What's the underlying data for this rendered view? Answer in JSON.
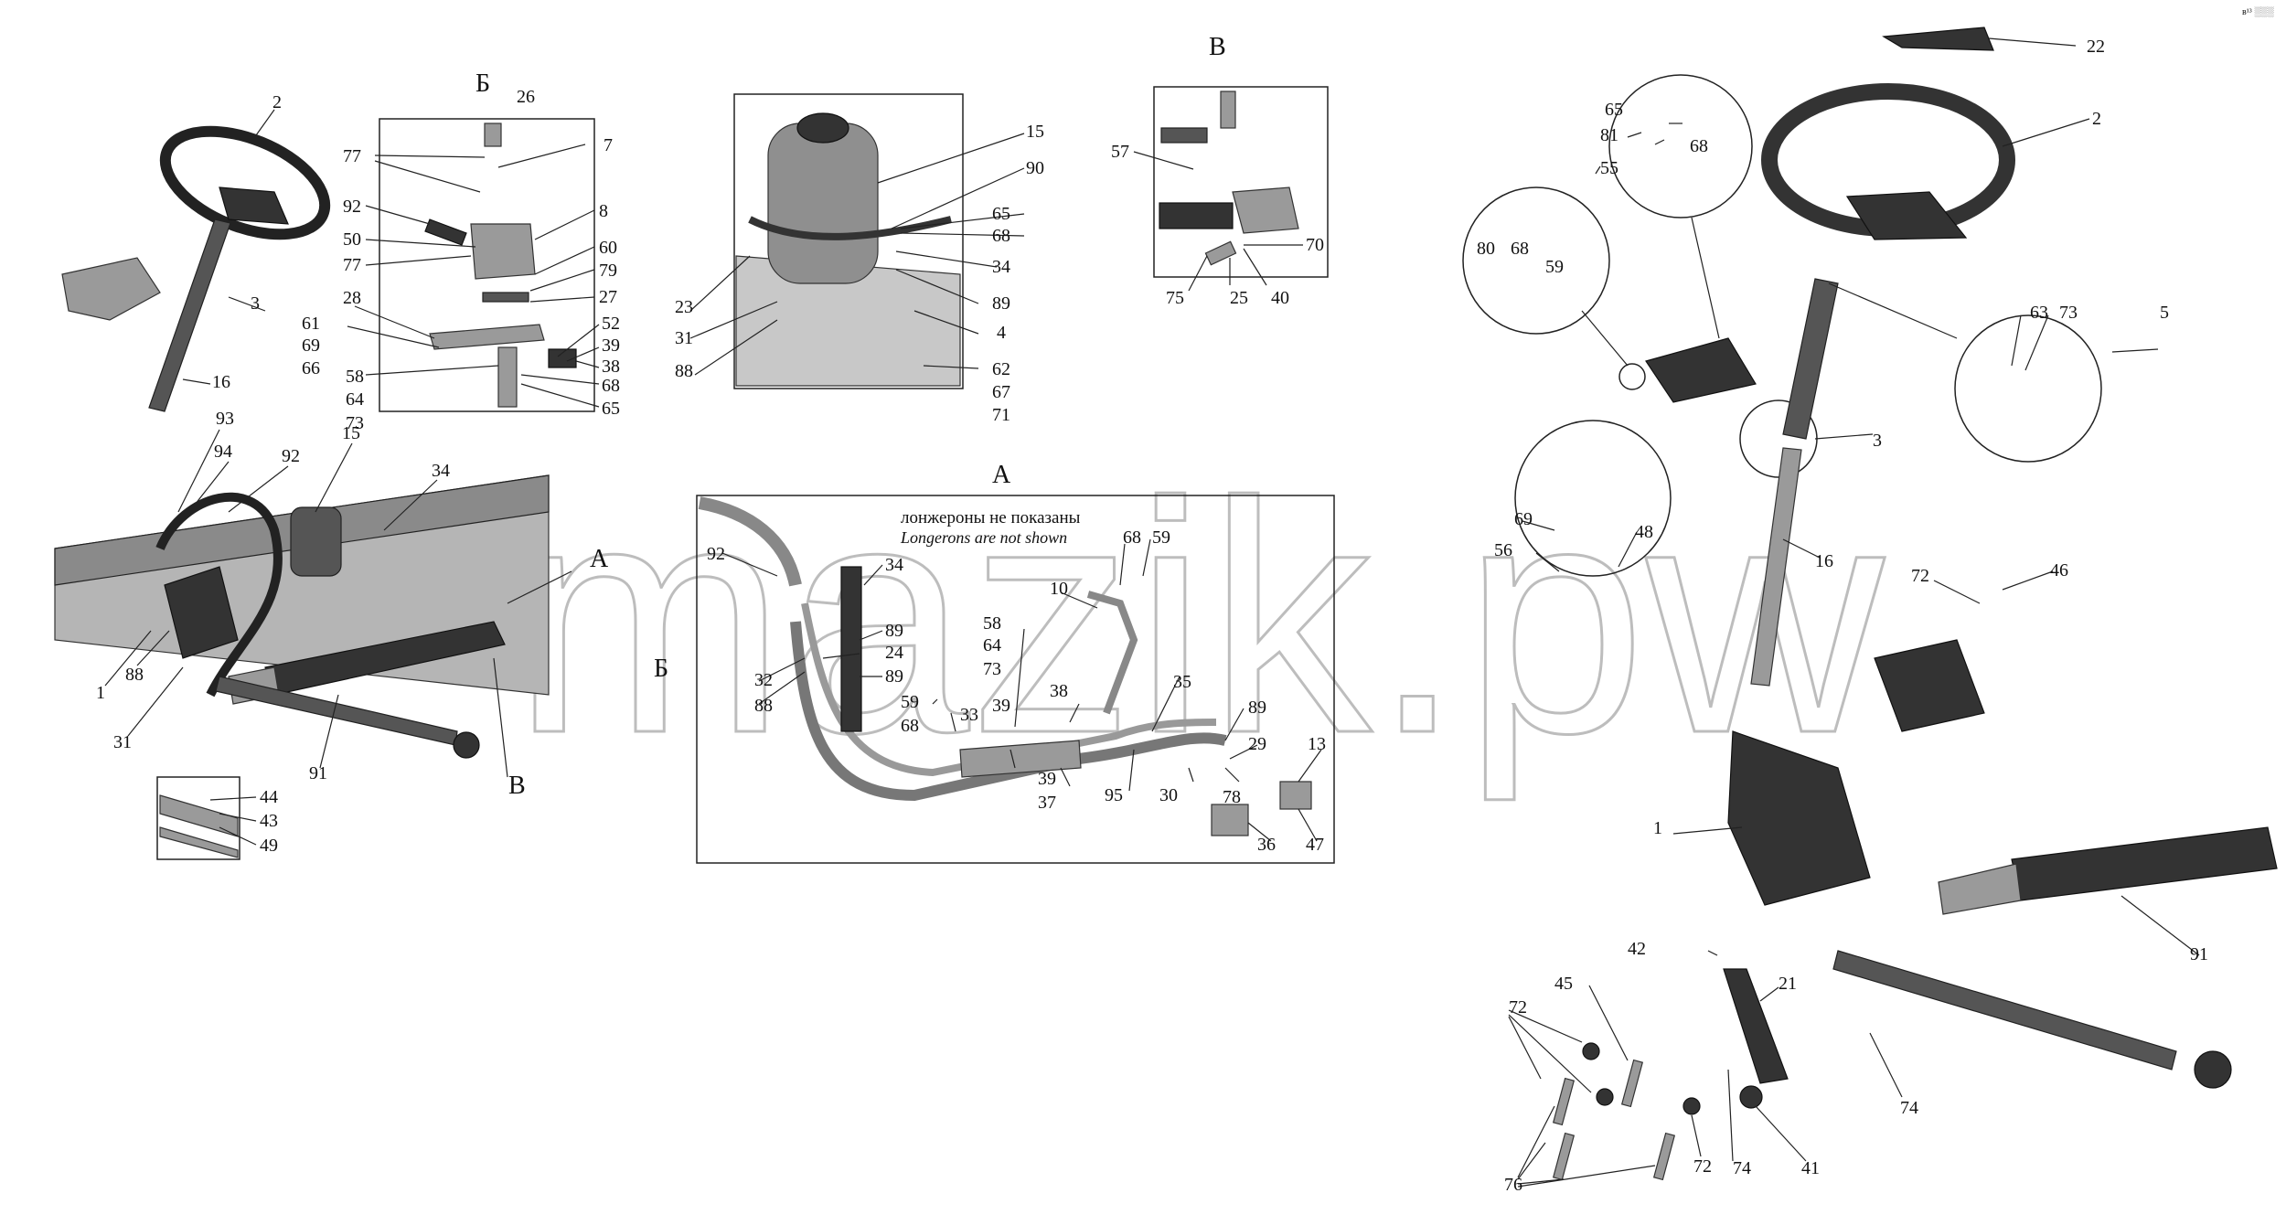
{
  "watermark": "mazik.pw",
  "corner_mark": "в¹³ ░░░",
  "section_titles": {
    "b_detail": "Б",
    "v_detail": "В",
    "a_detail": "А",
    "a_view": "А",
    "b_view": "Б",
    "v_view": "В"
  },
  "notes": {
    "ru": "лонжероны не показаны",
    "en": "Longerons are not shown"
  },
  "callouts": {
    "l2": "2",
    "l3": "3",
    "l16": "16",
    "l93": "93",
    "l94": "94",
    "l92": "92",
    "l15": "15",
    "l34": "34",
    "l1": "1",
    "l88": "88",
    "l31": "31",
    "l91": "91",
    "l44": "44",
    "l43": "43",
    "l49": "49",
    "b26": "26",
    "b77a": "77",
    "b7": "7",
    "b92": "92",
    "b50": "50",
    "b77b": "77",
    "b8": "8",
    "b60": "60",
    "b79": "79",
    "b27": "27",
    "b28": "28",
    "b61": "61",
    "b69": "69",
    "b66": "66",
    "b52": "52",
    "b39": "39",
    "b38": "38",
    "b58": "58",
    "b64": "64",
    "b73": "73",
    "b68": "68",
    "b65": "65",
    "t15": "15",
    "t90": "90",
    "t65": "65",
    "t68": "68",
    "t34": "34",
    "t23": "23",
    "t89": "89",
    "t31": "31",
    "t4": "4",
    "t88": "88",
    "t62": "62",
    "t67": "67",
    "t71": "71",
    "v57": "57",
    "v70": "70",
    "v75": "75",
    "v25": "25",
    "v40": "40",
    "a92": "92",
    "a34": "34",
    "a89a": "89",
    "a24": "24",
    "a32": "32",
    "a89b": "89",
    "a88": "88",
    "a68": "68",
    "a59": "59",
    "a10": "10",
    "a58": "58",
    "a64": "64",
    "a73": "73",
    "a59b": "59",
    "a68b": "68",
    "a33": "33",
    "a39": "39",
    "a38": "38",
    "a35": "35",
    "a89c": "89",
    "a29": "29",
    "a13": "13",
    "a39b": "39",
    "a37": "37",
    "a95": "95",
    "a30": "30",
    "a78": "78",
    "a36": "36",
    "a47": "47",
    "r22": "22",
    "r2": "2",
    "r65": "65",
    "r81": "81",
    "r68": "68",
    "r55": "55",
    "r80": "80",
    "r68b": "68",
    "r59": "59",
    "r63": "63",
    "r73": "73",
    "r5": "5",
    "r3": "3",
    "r69": "69",
    "r48": "48",
    "r56": "56",
    "r16": "16",
    "r72": "72",
    "r46": "46",
    "r1": "1",
    "r91": "91",
    "r42": "42",
    "r21": "21",
    "r45": "45",
    "r72b": "72",
    "r74": "74",
    "r72c": "72",
    "r74b": "74",
    "r41": "41",
    "r76": "76"
  }
}
